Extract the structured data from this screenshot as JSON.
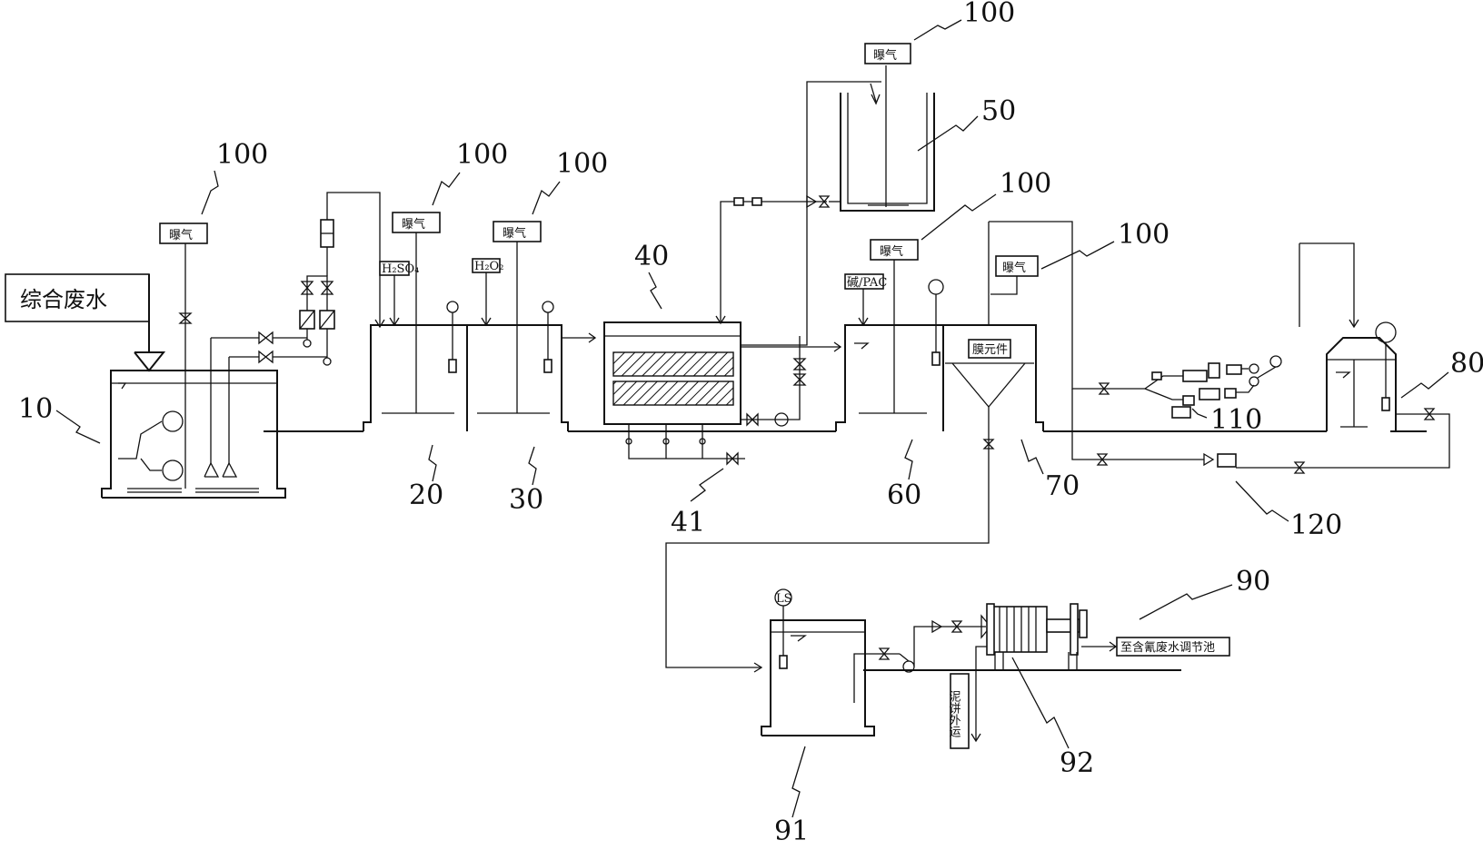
{
  "input_label": "综合废水",
  "aeration_label": "曝气",
  "chemicals": {
    "h2so4": "H₂SO₄",
    "h2o2": "H₂O₂",
    "alkali_pac": "碱/PAC"
  },
  "membrane_label": "膜元件",
  "sludge_label": "泥饼外运",
  "destination_label": "至含氰废水调节池",
  "level_switch": "LS",
  "numbers": {
    "tank_10": "10",
    "tank_20": "20",
    "tank_30": "30",
    "tank_40": "40",
    "outlet_41": "41",
    "tank_50": "50",
    "tank_60": "60",
    "tank_70": "70",
    "tank_80": "80",
    "unit_90": "90",
    "tank_91": "91",
    "press_92": "92",
    "aeration_100": "100",
    "unit_110": "110",
    "unit_120": "120"
  }
}
